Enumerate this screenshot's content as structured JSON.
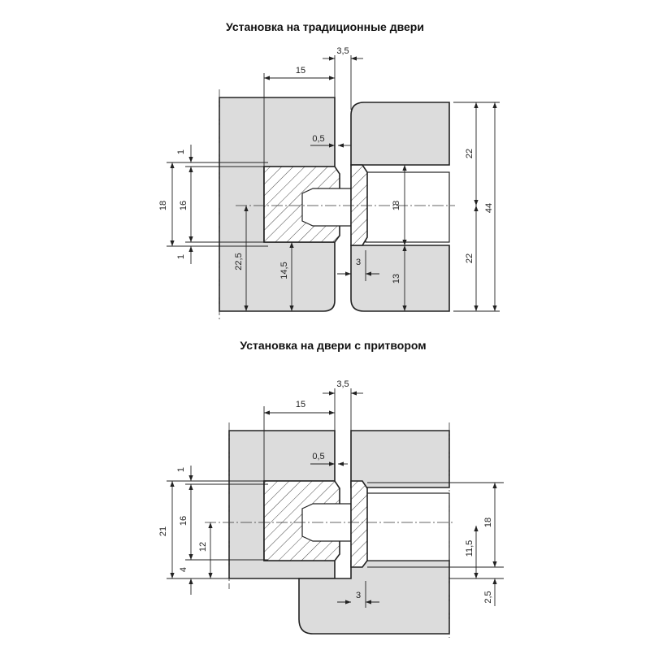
{
  "top": {
    "title": "Установка на традиционные двери",
    "dims": {
      "d15": "15",
      "d3_5": "3,5",
      "d0_5": "0,5",
      "d1a": "1",
      "d18l": "18",
      "d16": "16",
      "d1b": "1",
      "d22_5": "22,5",
      "d14_5": "14,5",
      "d3": "3",
      "d18r": "18",
      "d13": "13",
      "d22a": "22",
      "d44": "44",
      "d22b": "22"
    }
  },
  "bottom": {
    "title": "Установка на двери с притвором",
    "dims": {
      "d3_5": "3,5",
      "d15": "15",
      "d0_5": "0,5",
      "d1": "1",
      "d21": "21",
      "d16": "16",
      "d12": "12",
      "d4": "4",
      "d3": "3",
      "d11_5": "11,5",
      "d18": "18",
      "d2_5": "2,5"
    }
  }
}
